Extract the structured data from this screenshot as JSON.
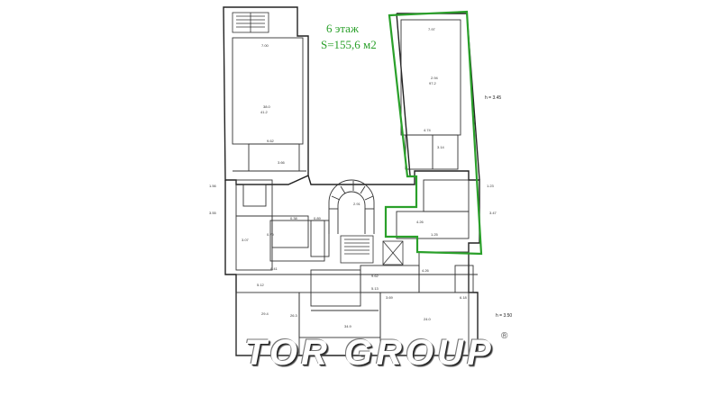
{
  "floor": {
    "title": "6 этаж",
    "area": "S=155,6 м2",
    "highlight_color": "#2aa02a"
  },
  "levels": {
    "upper": "h = 3.45",
    "lower": "h = 3.50"
  },
  "brand": {
    "name": "TOR GROUP",
    "registered_mark": "®"
  },
  "dimensions": [
    "7.00",
    "9.62",
    "7.97",
    "4.74",
    "3.66",
    "0.38",
    "0.89",
    "2.91",
    "9.62",
    "4.26",
    "5.13",
    "3.69",
    "9.62",
    "6.18",
    "5.12",
    "8.41",
    "0.79"
  ]
}
